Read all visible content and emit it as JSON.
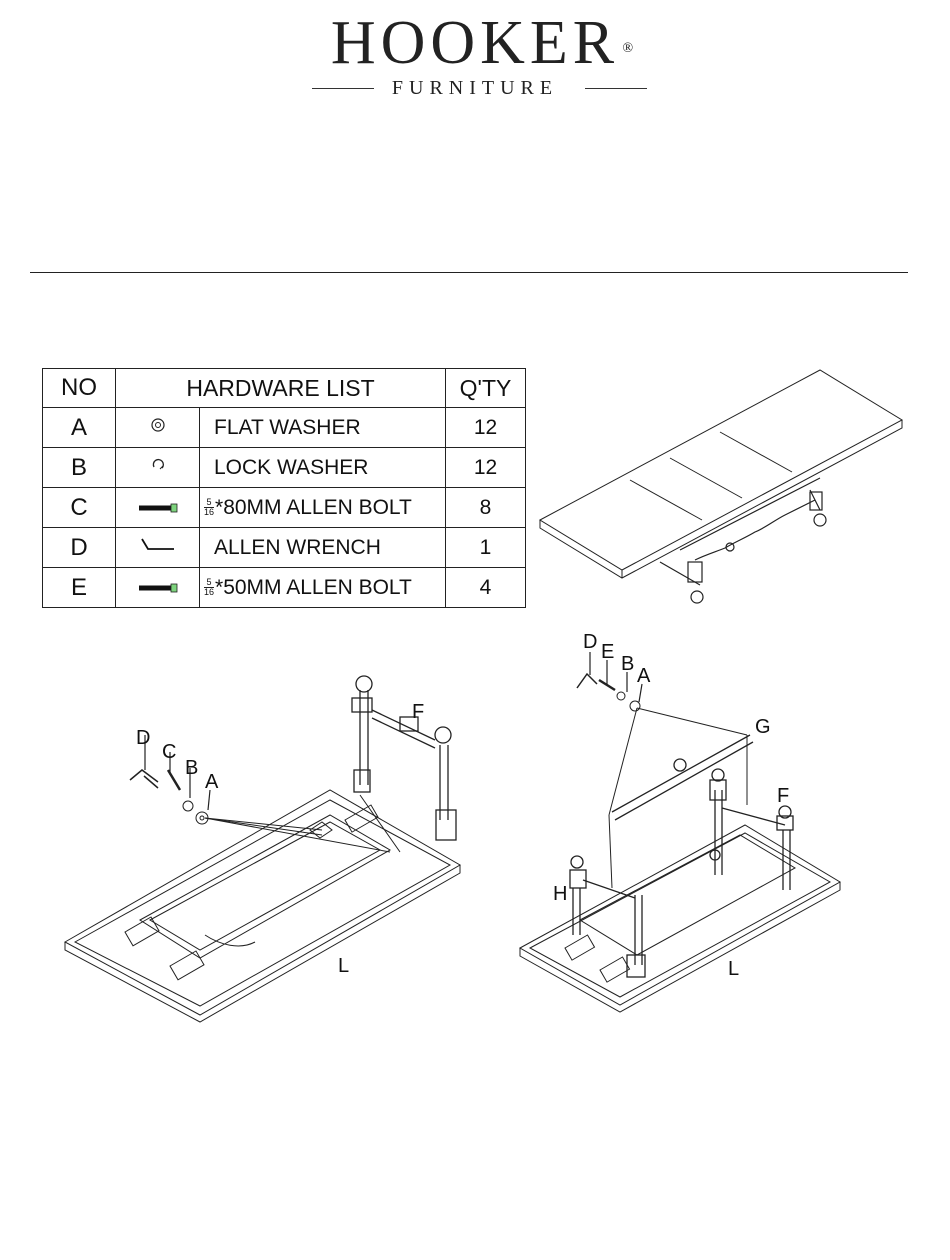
{
  "logo": {
    "brand": "HOOKER",
    "registered": "®",
    "sub": "FURNITURE"
  },
  "hardware": {
    "header": {
      "no": "NO",
      "title": "HARDWARE LIST",
      "qty": "Q'TY"
    },
    "rows": [
      {
        "no": "A",
        "icon": "flat-washer-icon",
        "name": "FLAT  WASHER",
        "qty": "12"
      },
      {
        "no": "B",
        "icon": "lock-washer-icon",
        "name": "LOCK  WASHER",
        "qty": "12"
      },
      {
        "no": "C",
        "icon": "allen-bolt-icon",
        "frac_num": "5",
        "frac_den": "16",
        "name": "*80MM ALLEN BOLT",
        "qty": "8"
      },
      {
        "no": "D",
        "icon": "allen-wrench-icon",
        "name": "ALLEN  WRENCH",
        "qty": "1"
      },
      {
        "no": "E",
        "icon": "allen-bolt-icon",
        "frac_num": "5",
        "frac_den": "16",
        "name": "*50MM ALLEN BOLT",
        "qty": "4"
      }
    ]
  },
  "diagram_left": {
    "labels": {
      "d": "D",
      "c": "C",
      "b": "B",
      "a": "A",
      "f": "F",
      "l": "L"
    }
  },
  "diagram_right": {
    "labels": {
      "d": "D",
      "e": "E",
      "b": "B",
      "a": "A",
      "g": "G",
      "f": "F",
      "h": "H",
      "l": "L"
    }
  }
}
